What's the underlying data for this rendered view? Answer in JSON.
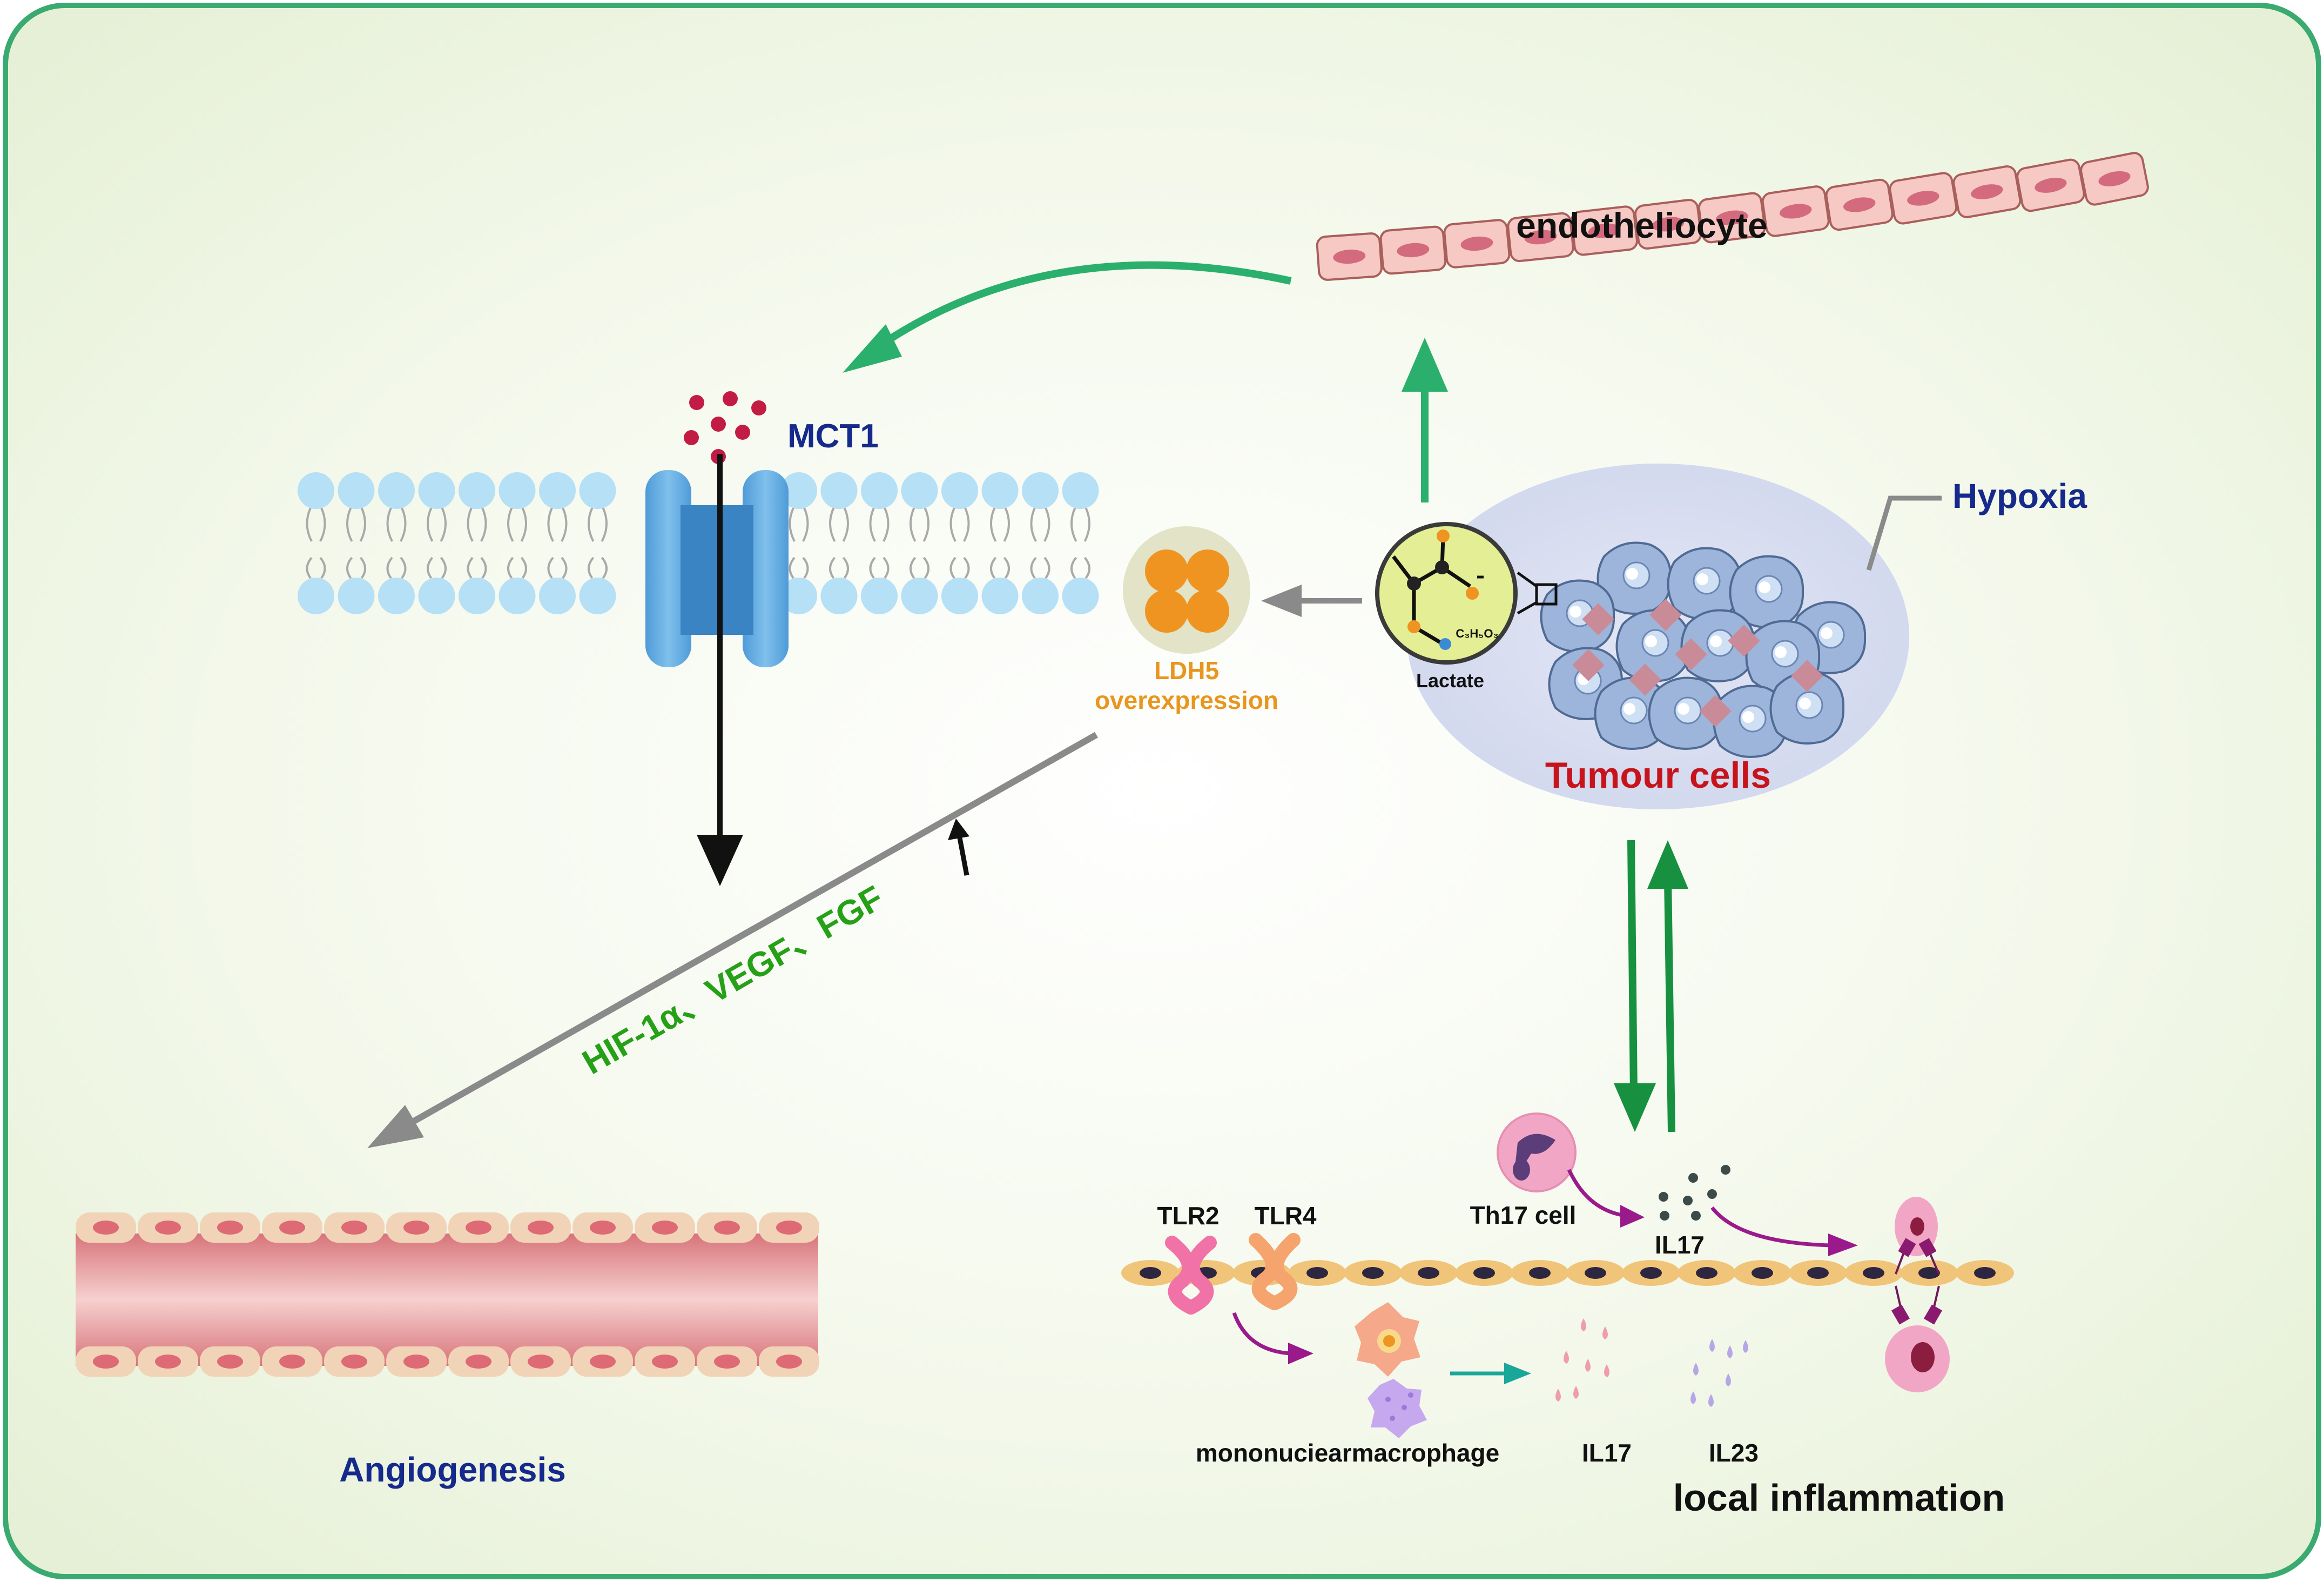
{
  "labels": {
    "endotheliocyte": "endotheliocyte",
    "mct1": "MCT1",
    "hypoxia": "Hypoxia",
    "ldh5_line1": "LDH5",
    "ldh5_line2": "overexpression",
    "lactate": "Lactate",
    "lactate_formula": "C₃H₅O₃",
    "tumour_cells": "Tumour cells",
    "factors": "HIF-1α、VEGF、FGF",
    "angiogenesis": "Angiogenesis",
    "tlr2": "TLR2",
    "tlr4": "TLR4",
    "th17": "Th17 cell",
    "il17_top": "IL17",
    "macrophage": "mononuciearmacrophage",
    "il17_bottom": "IL17",
    "il23": "IL23",
    "local_inflammation": "local inflammation"
  },
  "colors": {
    "background_center": "#ffffff",
    "background_edge": "#e3efd3",
    "border": "#3aaa70",
    "green_arrow": "#2ab06c",
    "dark_green_arrow": "#17913f",
    "gray_arrow": "#8a8a8a",
    "navy_text": "#162a8c",
    "red_text": "#c7141c",
    "orange_text": "#e8961e",
    "green_text": "#25a017",
    "purple_arrow": "#9a1a8c",
    "teal_arrow": "#1aa79a",
    "membrane_head": "#b5e0f5",
    "transporter": "#5aa8de",
    "endothelial_cell": "#f6c9c4",
    "tumour_cell": "#9bb4da"
  }
}
